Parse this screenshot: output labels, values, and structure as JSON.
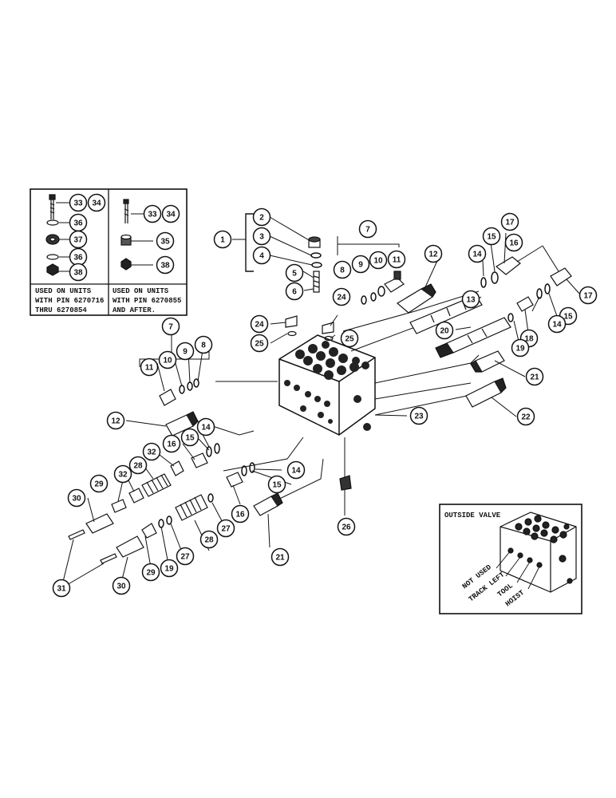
{
  "inset_left": {
    "col1_note": [
      "USED ON UNITS",
      "WITH PIN  6270716",
      "THRU 6270854"
    ],
    "col2_note": [
      "USED ON UNITS",
      "WITH PIN 6270855",
      "AND AFTER."
    ]
  },
  "inset_right": {
    "title": "OUTSIDE VALVE",
    "labels": [
      "NOT USED",
      "TRACK LEFT",
      "TOOL",
      "HOIST"
    ]
  },
  "callouts": [
    "1",
    "2",
    "3",
    "4",
    "5",
    "6",
    "7",
    "8",
    "9",
    "10",
    "11",
    "12",
    "13",
    "14",
    "15",
    "16",
    "17",
    "18",
    "19",
    "20",
    "21",
    "22",
    "23",
    "24",
    "25",
    "26",
    "27",
    "28",
    "29",
    "30",
    "31",
    "32",
    "33",
    "34",
    "35",
    "36",
    "37",
    "38"
  ]
}
